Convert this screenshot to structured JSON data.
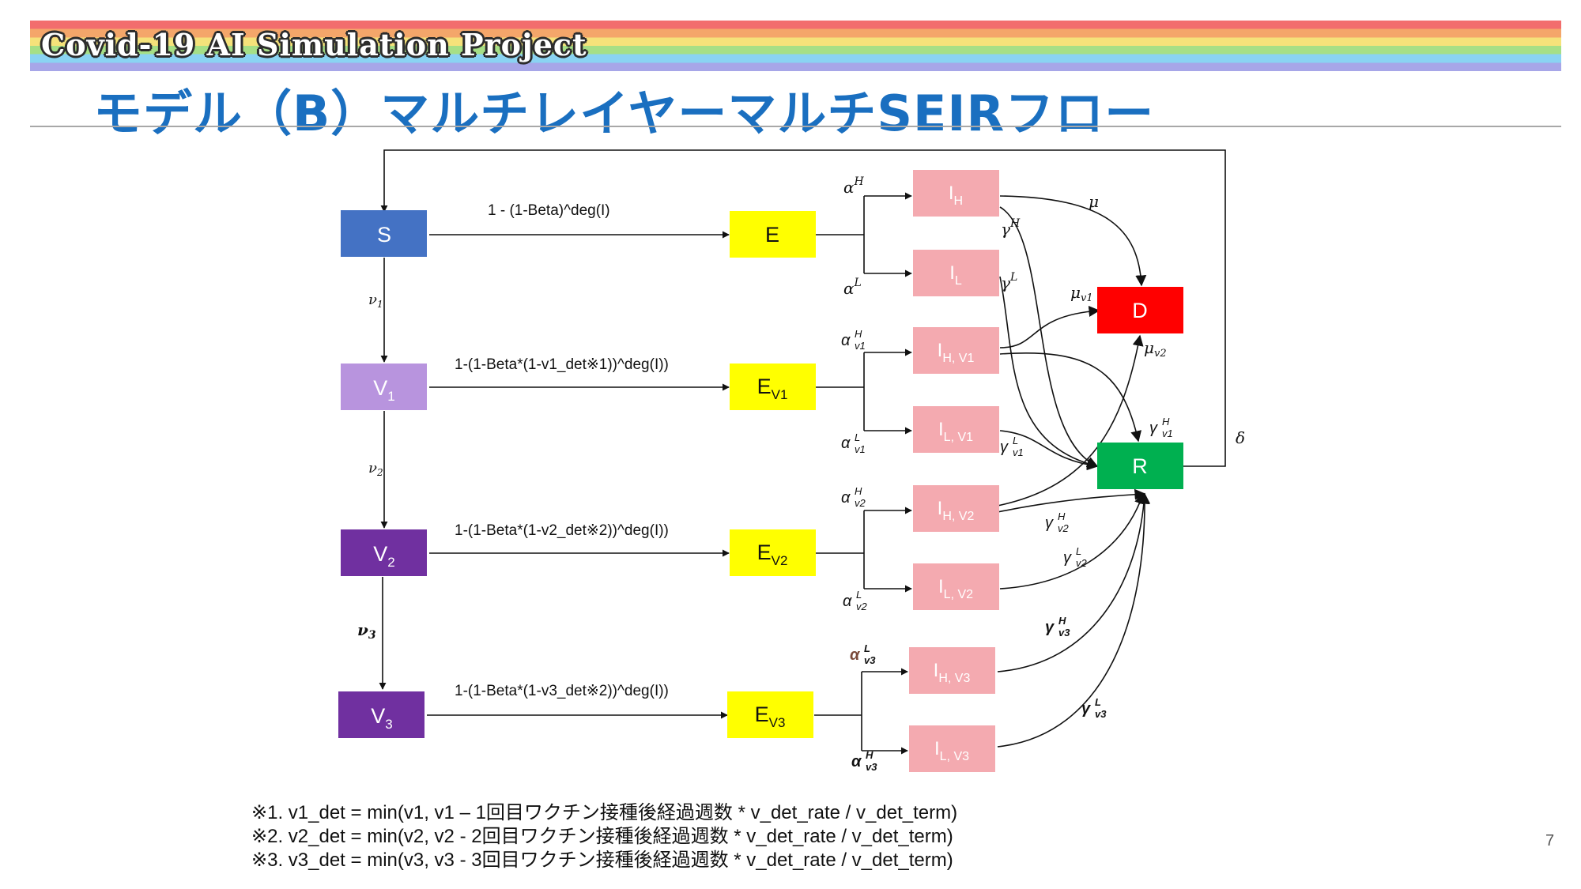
{
  "header": {
    "project": "Covid-19 AI Simulation Project",
    "title": "モデル（B）マルチレイヤーマルチSEIRフロー"
  },
  "page_number": "7",
  "nodes": {
    "S": "S",
    "V1": {
      "main": "V",
      "sub": "1"
    },
    "V2": {
      "main": "V",
      "sub": "2"
    },
    "V3": {
      "main": "V",
      "sub": "3"
    },
    "E": "E",
    "Ev1": {
      "main": "E",
      "sub": "V1"
    },
    "Ev2": {
      "main": "E",
      "sub": "V2"
    },
    "Ev3": {
      "main": "E",
      "sub": "V3"
    },
    "IH": {
      "main": "I",
      "sub": "H"
    },
    "IL": {
      "main": "I",
      "sub": "L"
    },
    "IHv1": {
      "main": "I",
      "sub": "H, V1"
    },
    "ILv1": {
      "main": "I",
      "sub": "L, V1"
    },
    "IHv2": {
      "main": "I",
      "sub": "H, V2"
    },
    "ILv2": {
      "main": "I",
      "sub": "L, V2"
    },
    "IHv3": {
      "main": "I",
      "sub": "H, V3"
    },
    "ILv3": {
      "main": "I",
      "sub": "L, V3"
    },
    "D": "D",
    "R": "R"
  },
  "infection_labels": {
    "S": "1 - (1-Beta)^deg(I)",
    "V1": "1-(1-Beta*(1-v1_det※1))^deg(I))",
    "V2": "1-(1-Beta*(1-v2_det※2))^deg(I))",
    "V3": "1-(1-Beta*(1-v3_det※2))^deg(I))"
  },
  "rate_labels": {
    "nu1": {
      "sym": "ν",
      "sub": "1"
    },
    "nu2": {
      "sym": "ν",
      "sub": "2"
    },
    "nu3": {
      "sym": "ν",
      "sub": "3"
    },
    "alphaH": {
      "sym": "α",
      "sup": "H"
    },
    "alphaL": {
      "sym": "α",
      "sup": "L"
    },
    "alphaHv1": {
      "sym": "α",
      "sup": "H",
      "sub": "v1"
    },
    "alphaLv1": {
      "sym": "α",
      "sup": "L",
      "sub": "v1"
    },
    "alphaHv2": {
      "sym": "α",
      "sup": "H",
      "sub": "v2"
    },
    "alphaLv2": {
      "sym": "α",
      "sup": "L",
      "sub": "v2"
    },
    "alphaLv3": {
      "sym": "α",
      "sup": "L",
      "sub": "v3"
    },
    "alphaHv3": {
      "sym": "α",
      "sup": "H",
      "sub": "v3"
    },
    "mu": {
      "sym": "μ"
    },
    "muv1": {
      "sym": "μ",
      "sub": "v1"
    },
    "muv2": {
      "sym": "μ",
      "sub": "v2"
    },
    "gammaH": {
      "sym": "γ",
      "sup": "H"
    },
    "gammaL": {
      "sym": "γ",
      "sup": "L"
    },
    "gammaHv1": {
      "sym": "γ",
      "sup": "H",
      "sub": "v1"
    },
    "gammaLv1": {
      "sym": "γ",
      "sup": "L",
      "sub": "v1"
    },
    "gammaHv2": {
      "sym": "γ",
      "sup": "H",
      "sub": "v2"
    },
    "gammaLv2": {
      "sym": "γ",
      "sup": "L",
      "sub": "v2"
    },
    "gammaHv3": {
      "sym": "γ",
      "sup": "H",
      "sub": "v3"
    },
    "gammaLv3": {
      "sym": "γ",
      "sup": "L",
      "sub": "v3"
    },
    "delta": {
      "sym": "δ"
    }
  },
  "footnotes": [
    "※1. v1_det = min(v1, v1 – 1回目ワクチン接種後経過週数 * v_det_rate / v_det_term)",
    "※2. v2_det = min(v2, v2 - 2回目ワクチン接種後経過週数 * v_det_rate / v_det_term)",
    "※3. v3_det = min(v3, v3 - 3回目ワクチン接種後経過週数 * v_det_rate / v_det_term)"
  ],
  "colors": {
    "S": "#4472c4",
    "V1": "#b894de",
    "V2": "#7030a0",
    "V3": "#7030a0",
    "E": "#ffff00",
    "I": "#f4aab0",
    "D": "#ff0000",
    "R": "#00b050",
    "title": "#1a6fc0"
  }
}
